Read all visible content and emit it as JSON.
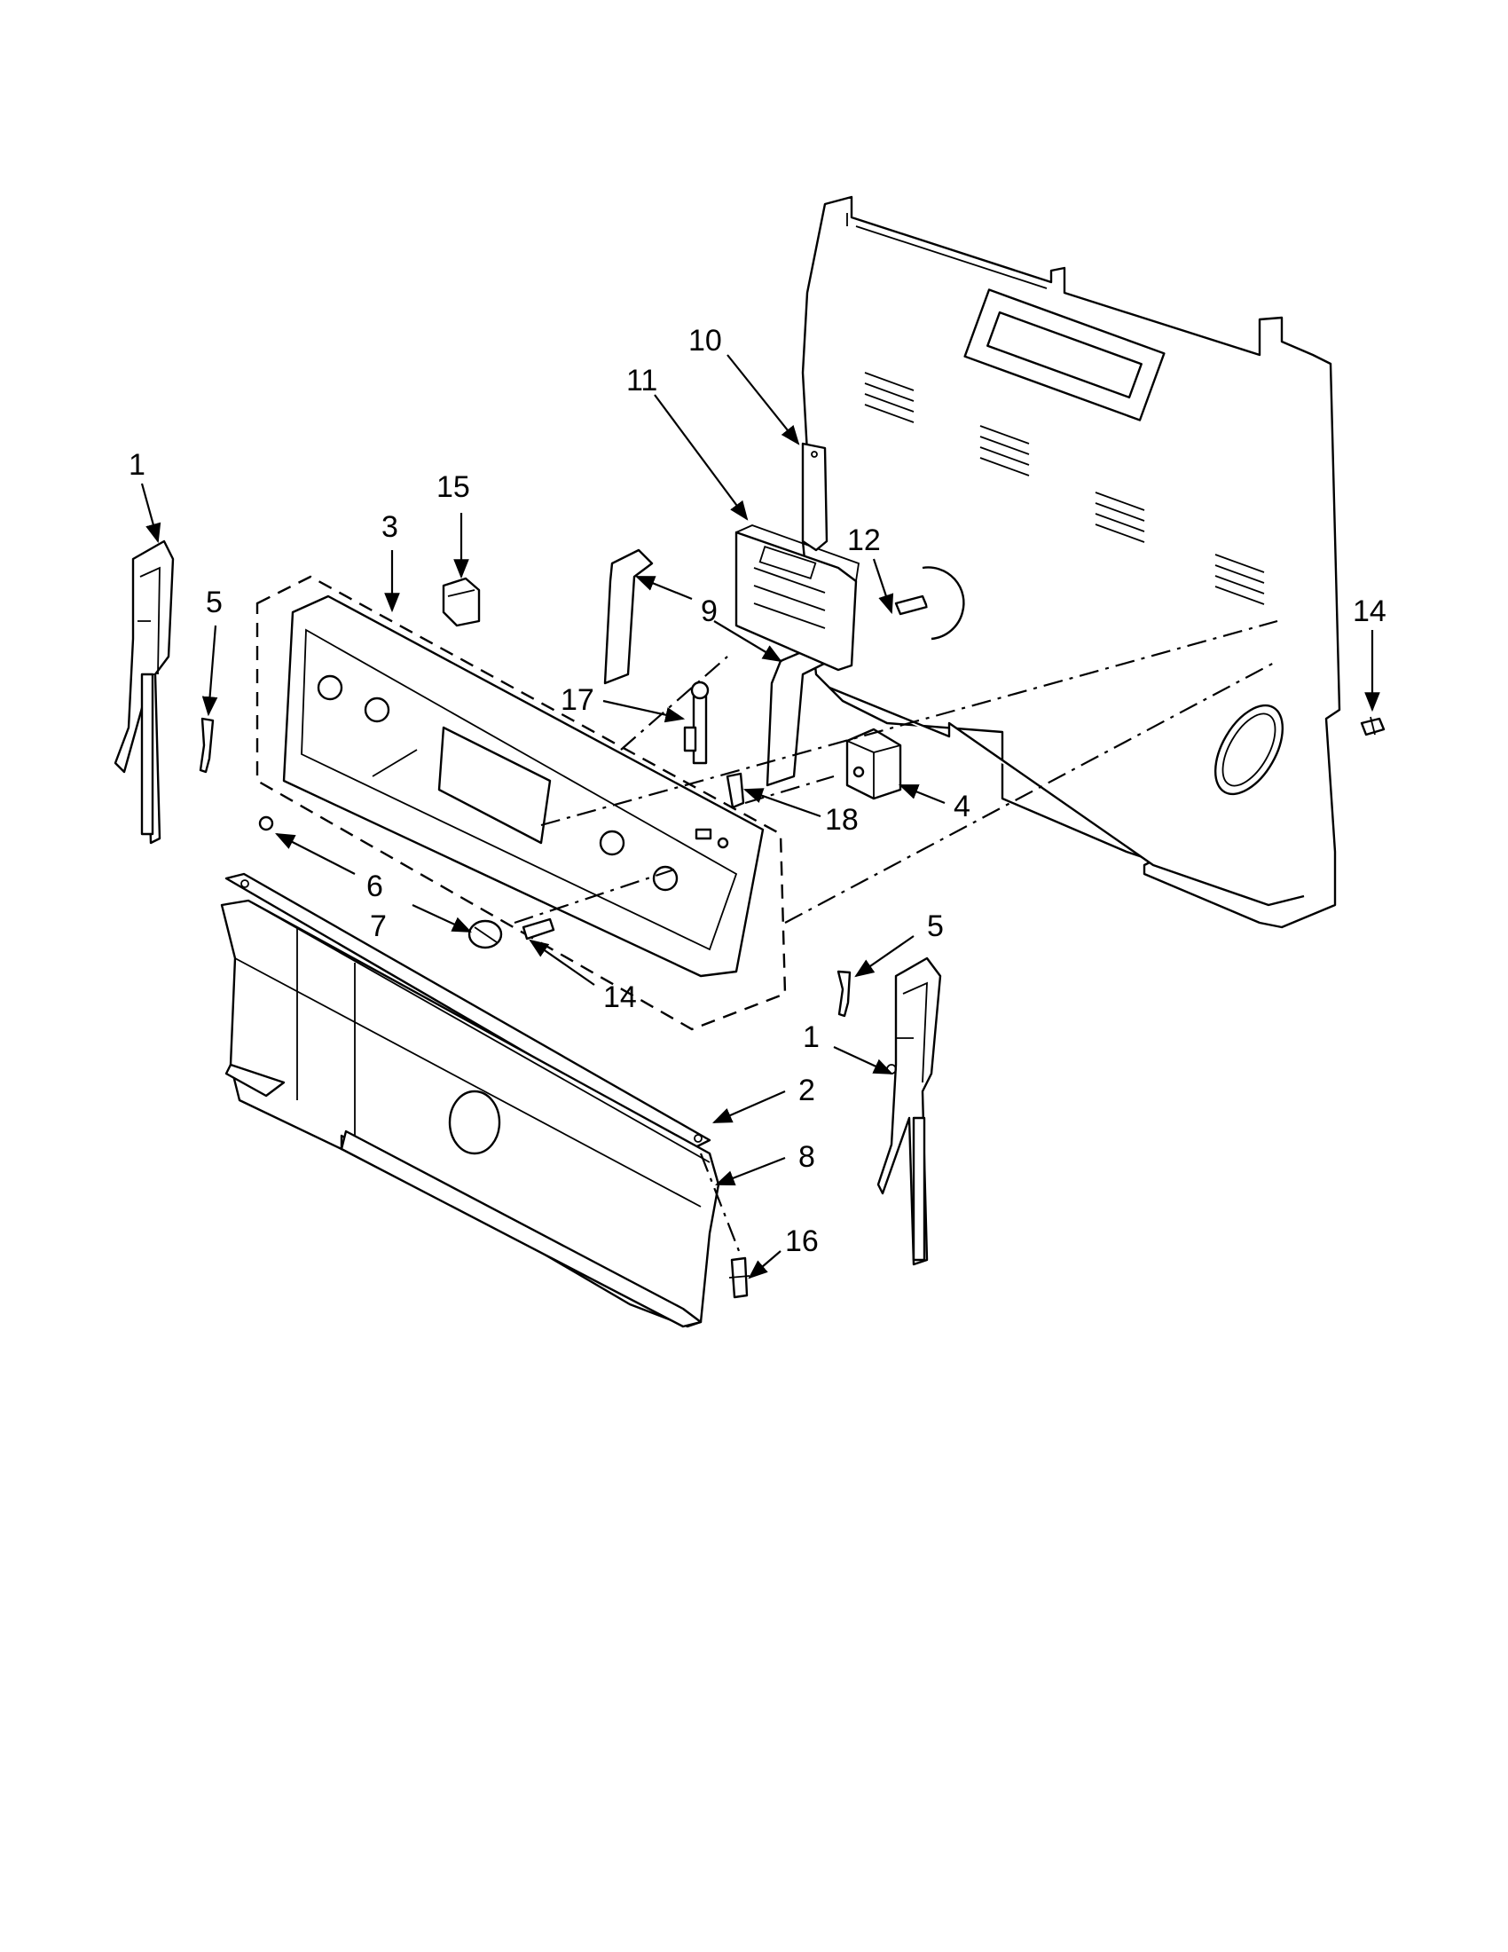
{
  "callouts": [
    {
      "id": "c1a",
      "label": "1"
    },
    {
      "id": "c5a",
      "label": "5"
    },
    {
      "id": "c3",
      "label": "3"
    },
    {
      "id": "c15",
      "label": "15"
    },
    {
      "id": "c11",
      "label": "11"
    },
    {
      "id": "c10",
      "label": "10"
    },
    {
      "id": "c12",
      "label": "12"
    },
    {
      "id": "c9",
      "label": "9"
    },
    {
      "id": "c14a",
      "label": "14"
    },
    {
      "id": "c17",
      "label": "17"
    },
    {
      "id": "c18",
      "label": "18"
    },
    {
      "id": "c4",
      "label": "4"
    },
    {
      "id": "c6",
      "label": "6"
    },
    {
      "id": "c7",
      "label": "7"
    },
    {
      "id": "c14b",
      "label": "14"
    },
    {
      "id": "c5b",
      "label": "5"
    },
    {
      "id": "c1b",
      "label": "1"
    },
    {
      "id": "c2",
      "label": "2"
    },
    {
      "id": "c8",
      "label": "8"
    },
    {
      "id": "c16",
      "label": "16"
    }
  ]
}
